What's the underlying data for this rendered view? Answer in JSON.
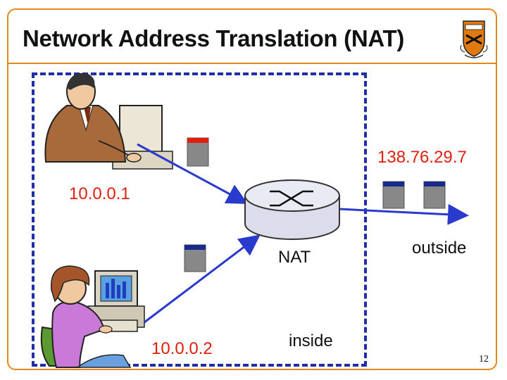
{
  "title": "Network Address Translation (NAT)",
  "labels": {
    "public_ip": "138.76.29.7",
    "host1_ip": "10.0.0.1",
    "host2_ip": "10.0.0.2",
    "router": "NAT",
    "outside": "outside",
    "inside": "inside"
  },
  "slide_number": "12",
  "colors": {
    "accent_orange": "#e08a1e",
    "dashed_box_blue": "#1f2fa8",
    "ip_text_red": "#e0200f",
    "packet_red_header": "#e0200f",
    "packet_blue_header": "#1a2a8a",
    "arrow_blue": "#2a3acc"
  }
}
